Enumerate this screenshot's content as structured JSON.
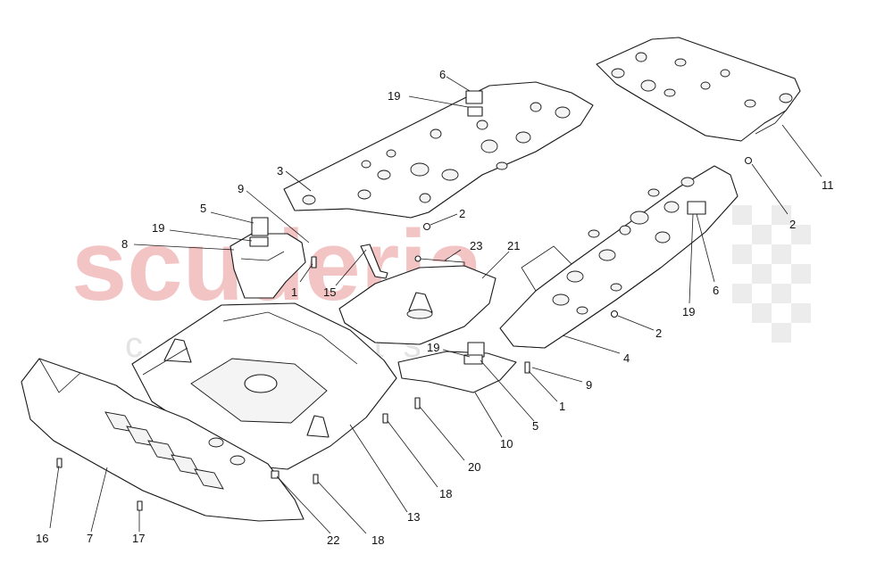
{
  "watermark": {
    "brand": "scuderia",
    "tagline": "car parts",
    "brand_color": "#f2c4c4",
    "flag_color": "#ececec"
  },
  "callouts": [
    {
      "id": "c-6-top",
      "text": "6"
    },
    {
      "id": "c-19-top",
      "text": "19"
    },
    {
      "id": "c-3",
      "text": "3"
    },
    {
      "id": "c-2-a",
      "text": "2"
    },
    {
      "id": "c-9-a",
      "text": "9"
    },
    {
      "id": "c-5-a",
      "text": "5"
    },
    {
      "id": "c-19-a",
      "text": "19"
    },
    {
      "id": "c-8",
      "text": "8"
    },
    {
      "id": "c-1-a",
      "text": "1"
    },
    {
      "id": "c-15",
      "text": "15"
    },
    {
      "id": "c-23",
      "text": "23"
    },
    {
      "id": "c-21",
      "text": "21"
    },
    {
      "id": "c-11",
      "text": "11"
    },
    {
      "id": "c-2-b",
      "text": "2"
    },
    {
      "id": "c-6-b",
      "text": "6"
    },
    {
      "id": "c-19-b",
      "text": "19"
    },
    {
      "id": "c-2-c",
      "text": "2"
    },
    {
      "id": "c-4",
      "text": "4"
    },
    {
      "id": "c-19-c",
      "text": "19"
    },
    {
      "id": "c-9-b",
      "text": "9"
    },
    {
      "id": "c-1-b",
      "text": "1"
    },
    {
      "id": "c-5-b",
      "text": "5"
    },
    {
      "id": "c-10",
      "text": "10"
    },
    {
      "id": "c-20",
      "text": "20"
    },
    {
      "id": "c-18-a",
      "text": "18"
    },
    {
      "id": "c-13",
      "text": "13"
    },
    {
      "id": "c-18-b",
      "text": "18"
    },
    {
      "id": "c-22",
      "text": "22"
    },
    {
      "id": "c-16",
      "text": "16"
    },
    {
      "id": "c-7",
      "text": "7"
    },
    {
      "id": "c-17",
      "text": "17"
    }
  ]
}
